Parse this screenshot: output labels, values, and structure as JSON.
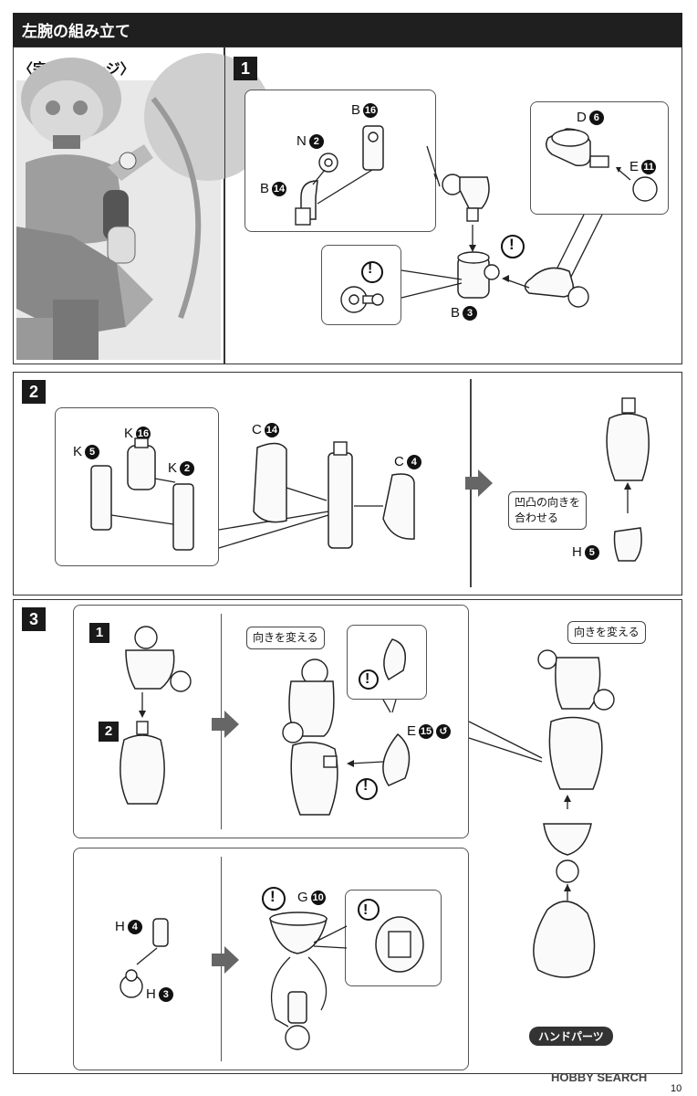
{
  "header": {
    "title": "左腕の組み立て"
  },
  "preview": {
    "title": "〈完成イメージ〉"
  },
  "steps": [
    {
      "number": "1"
    },
    {
      "number": "2"
    },
    {
      "number": "3"
    }
  ],
  "step1": {
    "labels": {
      "b16": {
        "letter": "B",
        "num": "16"
      },
      "n2": {
        "letter": "N",
        "num": "2"
      },
      "b14": {
        "letter": "B",
        "num": "14"
      },
      "d6": {
        "letter": "D",
        "num": "6"
      },
      "e11": {
        "letter": "E",
        "num": "11"
      },
      "b3": {
        "letter": "B",
        "num": "3"
      }
    }
  },
  "step2": {
    "labels": {
      "k16": {
        "letter": "K",
        "num": "16"
      },
      "k5": {
        "letter": "K",
        "num": "5"
      },
      "k2": {
        "letter": "K",
        "num": "2"
      },
      "c14": {
        "letter": "C",
        "num": "14"
      },
      "c4": {
        "letter": "C",
        "num": "4"
      },
      "h5": {
        "letter": "H",
        "num": "5"
      }
    },
    "note": {
      "line1": "凹凸の向きを",
      "line2": "合わせる"
    }
  },
  "step3": {
    "sub1": "1",
    "sub2": "2",
    "note_rotate_a": "向きを変える",
    "note_rotate_b": "向きを変える",
    "labels": {
      "e15": {
        "letter": "E",
        "num": "15"
      },
      "h4": {
        "letter": "H",
        "num": "4"
      },
      "h3": {
        "letter": "H",
        "num": "3"
      },
      "g10": {
        "letter": "G",
        "num": "10"
      }
    },
    "hand_parts": "ハンドパーツ"
  },
  "footer": {
    "watermark": "HOBBY SEARCH",
    "page_number": "10"
  },
  "warn_mark": "!"
}
